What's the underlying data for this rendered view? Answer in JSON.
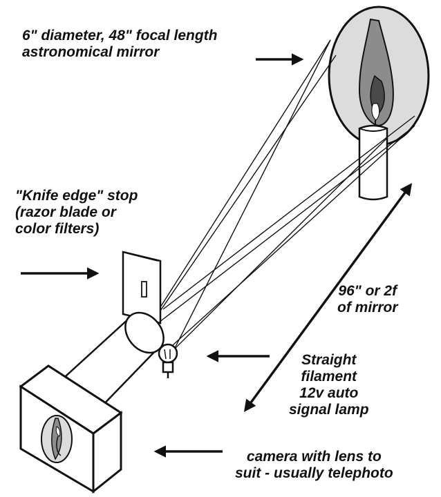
{
  "labels": {
    "mirror": [
      "6\" diameter, 48\" focal length",
      "astronomical mirror"
    ],
    "knife": [
      "\"Knife edge\" stop",
      "(razor blade or",
      "color filters)"
    ],
    "distance": [
      "96\" or 2f",
      "of mirror"
    ],
    "lamp": [
      "Straight",
      "filament",
      "12v auto",
      "signal lamp"
    ],
    "camera": [
      "camera with lens to",
      "suit - usually telephoto"
    ]
  },
  "colors": {
    "ink": "#111111",
    "mirror_fill": "#dcdcdc",
    "flame_outer": "#8c8c8c",
    "flame_inner": "#4a4a4a",
    "candle": "#ffffff"
  },
  "icons": [
    "arrow-right-icon",
    "arrow-left-icon",
    "double-arrow-icon",
    "lamp-bulb-icon",
    "candle-icon"
  ]
}
